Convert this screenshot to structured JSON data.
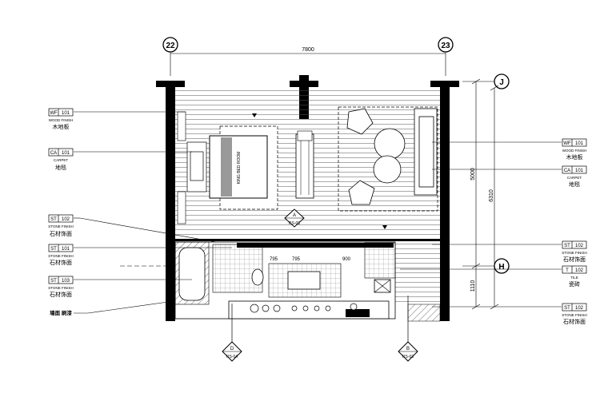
{
  "grid": {
    "col_left": "22",
    "col_right": "23",
    "row_top": "J",
    "row_mid": "H"
  },
  "dimensions": {
    "width_total": "7800",
    "height_upper": "5000",
    "height_total": "6310",
    "height_lower": "1110"
  },
  "tags_left": [
    {
      "code": "WF",
      "num": "101",
      "en": "WOOD FINISH",
      "cn": "木地板"
    },
    {
      "code": "CA",
      "num": "101",
      "en": "CARPET",
      "cn": "地毯"
    },
    {
      "code": "ST",
      "num": "102",
      "en": "STONE FINISH",
      "cn": "石材饰面"
    },
    {
      "code": "ST",
      "num": "101",
      "en": "STONE FINISH",
      "cn": "石材饰面"
    },
    {
      "code": "ST",
      "num": "103",
      "en": "STONE FINISH",
      "cn": "石材饰面"
    }
  ],
  "tag_left_bottom": "墙面 刷漆",
  "tags_right": [
    {
      "code": "WF",
      "num": "101",
      "en": "WOOD FINISH",
      "cn": "木地板"
    },
    {
      "code": "CA",
      "num": "101",
      "en": "CARPET",
      "cn": "地毯"
    },
    {
      "code": "ST",
      "num": "102",
      "en": "STONE FINISH",
      "cn": "石材饰面"
    },
    {
      "code": "T",
      "num": "102",
      "en": "TILE",
      "cn": "瓷砖"
    },
    {
      "code": "ST",
      "num": "102",
      "en": "STONE FINISH",
      "cn": "石材饰面"
    }
  ],
  "elevation_markers": [
    {
      "letter": "A",
      "ref": "RS-03"
    },
    {
      "letter": "D",
      "ref": "RS-04"
    },
    {
      "letter": "B",
      "ref": "RS-03"
    }
  ],
  "bath_dims": [
    "795",
    "795",
    "900"
  ],
  "bed_label": "KING BED ROOM"
}
